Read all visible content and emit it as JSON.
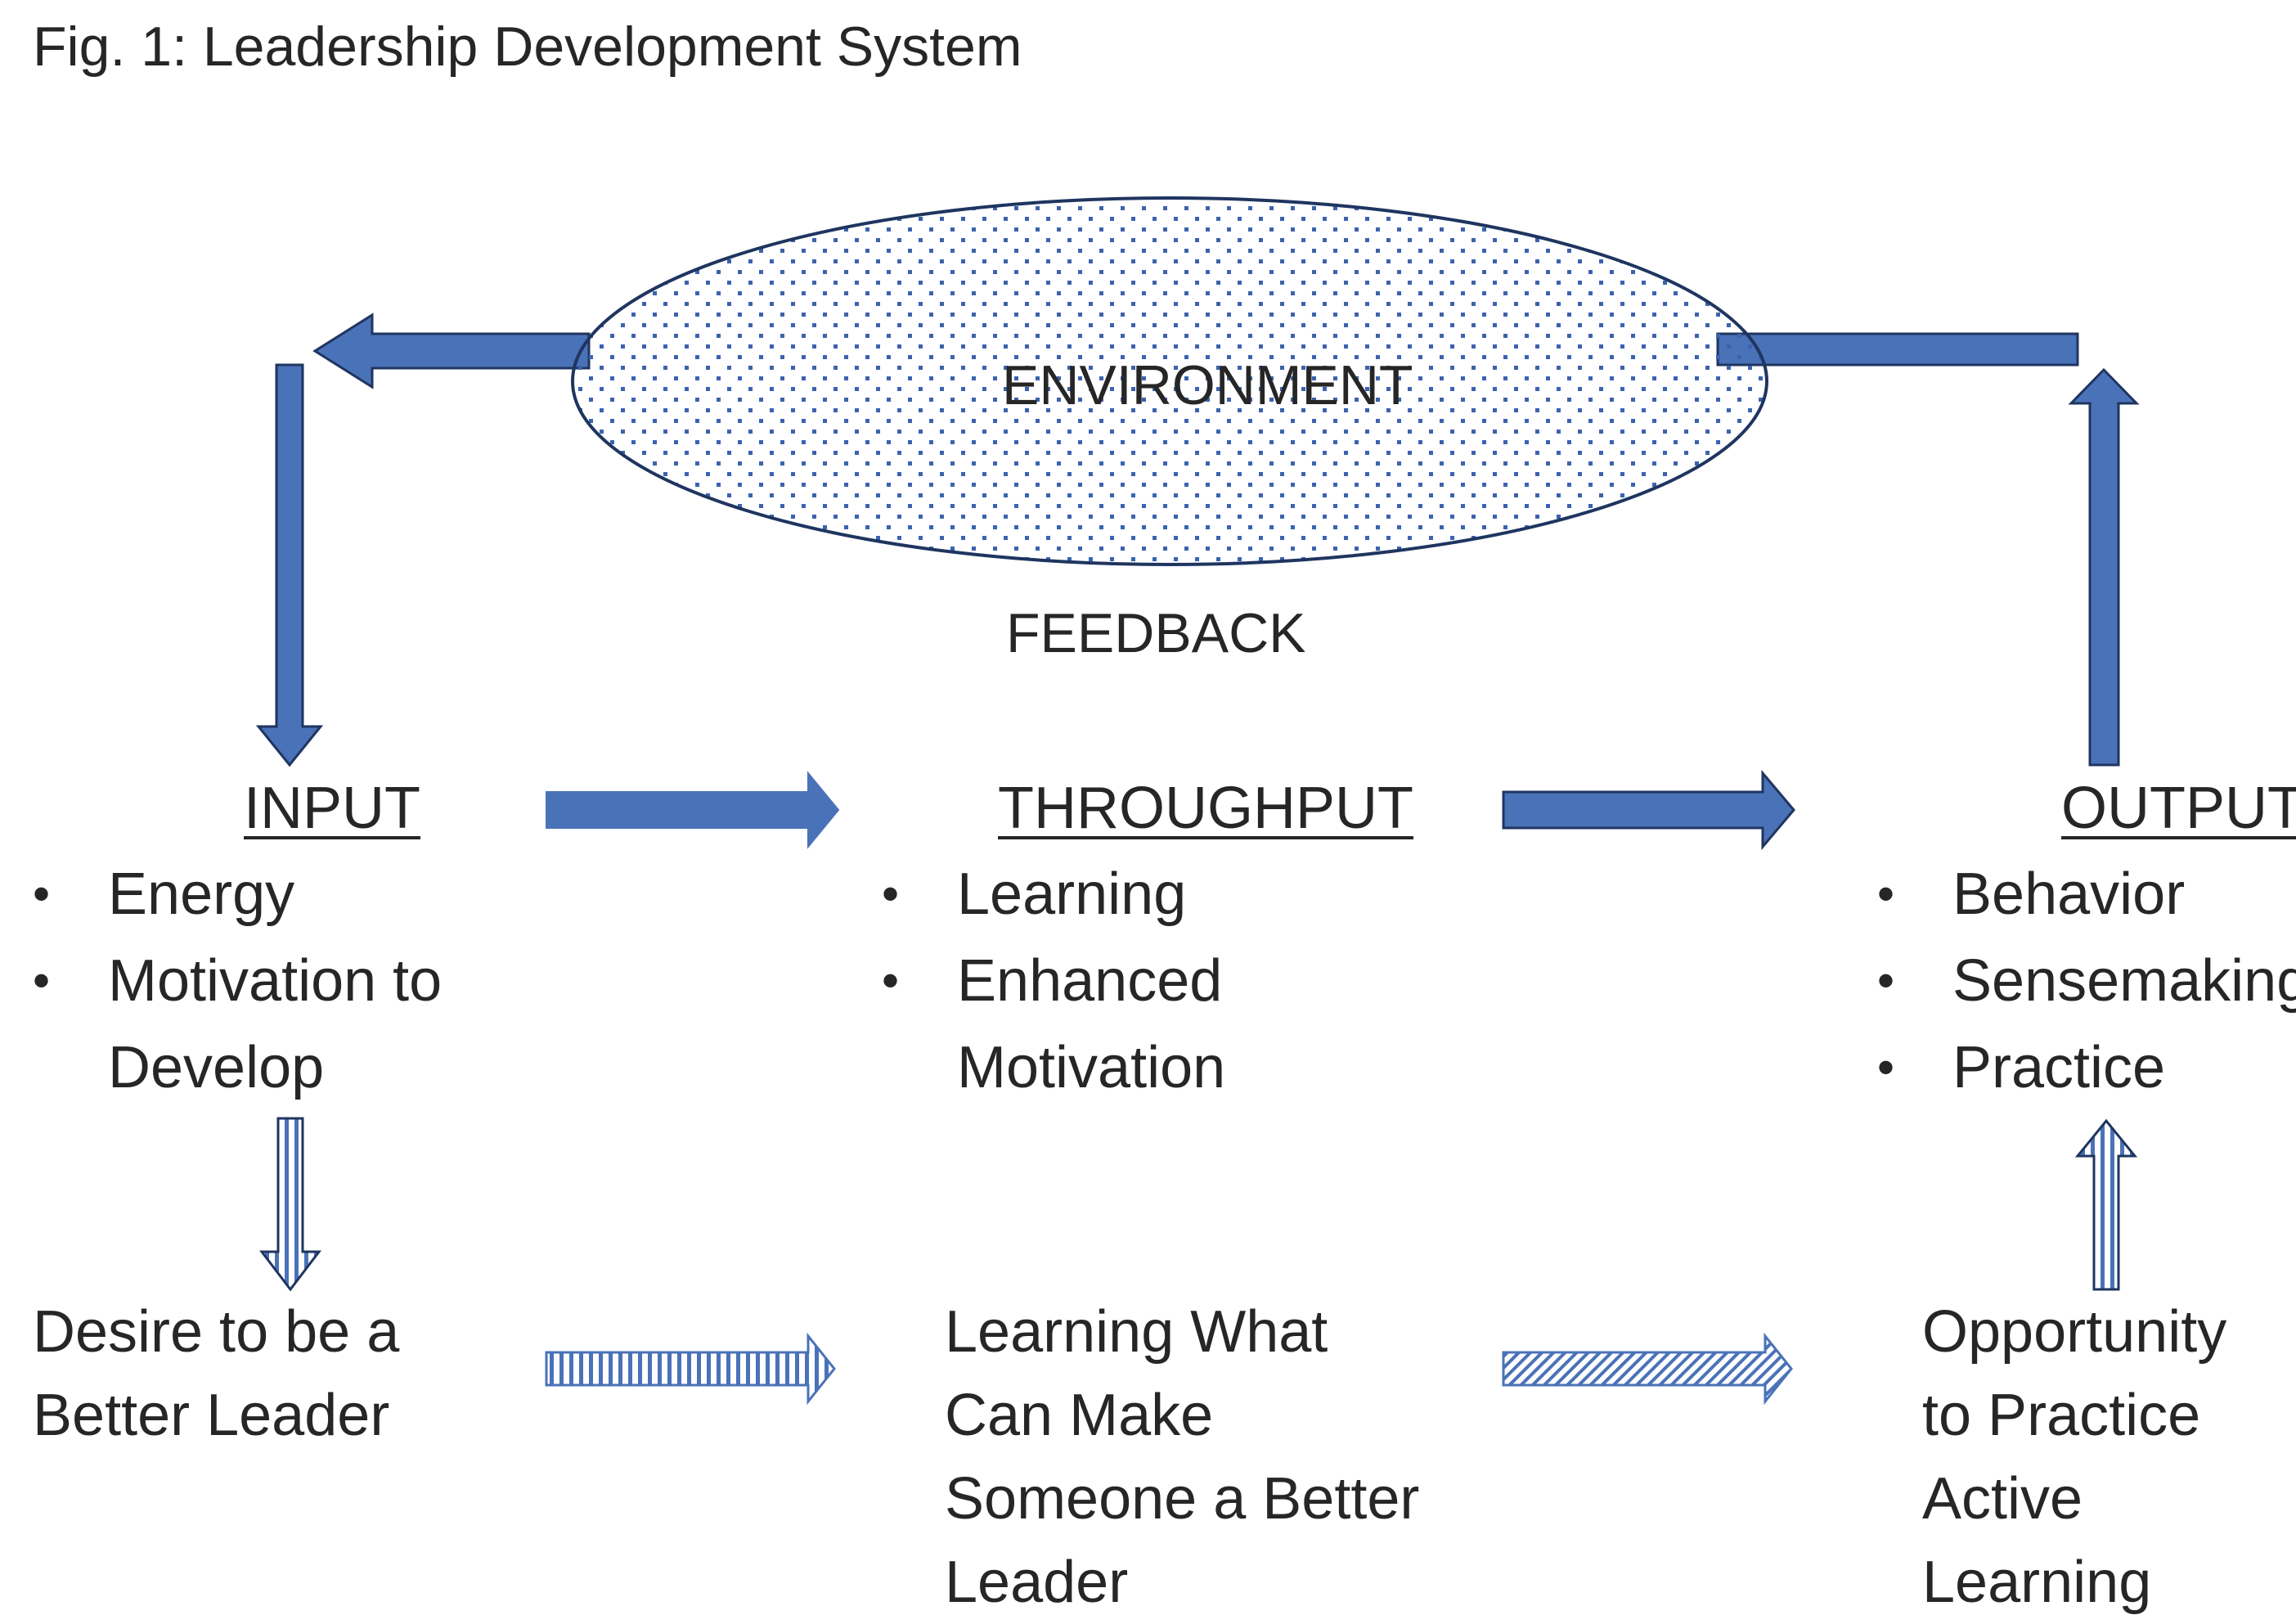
{
  "figure": {
    "title": "Fig. 1: Leadership Development System",
    "environment_label": "ENVIRONMENT",
    "feedback_label": "FEEDBACK"
  },
  "columns": {
    "input": {
      "heading": "INPUT",
      "bullets": [
        "Energy",
        "Motivation to Develop"
      ],
      "bottom_text": "Desire to be a Better Leader"
    },
    "throughput": {
      "heading": "THROUGHPUT",
      "bullets": [
        "Learning",
        "Enhanced Motivation"
      ],
      "bottom_text": "Learning What Can Make Someone a Better Leader"
    },
    "output": {
      "heading": "OUTPUT",
      "bullets": [
        "Behavior",
        "Sensemaking",
        "Practice"
      ],
      "bottom_text": "Opportunity to Practice Active Learning"
    }
  },
  "colors": {
    "arrow_fill": "#4a72b8",
    "arrow_stroke": "#1f3560",
    "dot": "#3b63b0",
    "text": "#262626"
  }
}
